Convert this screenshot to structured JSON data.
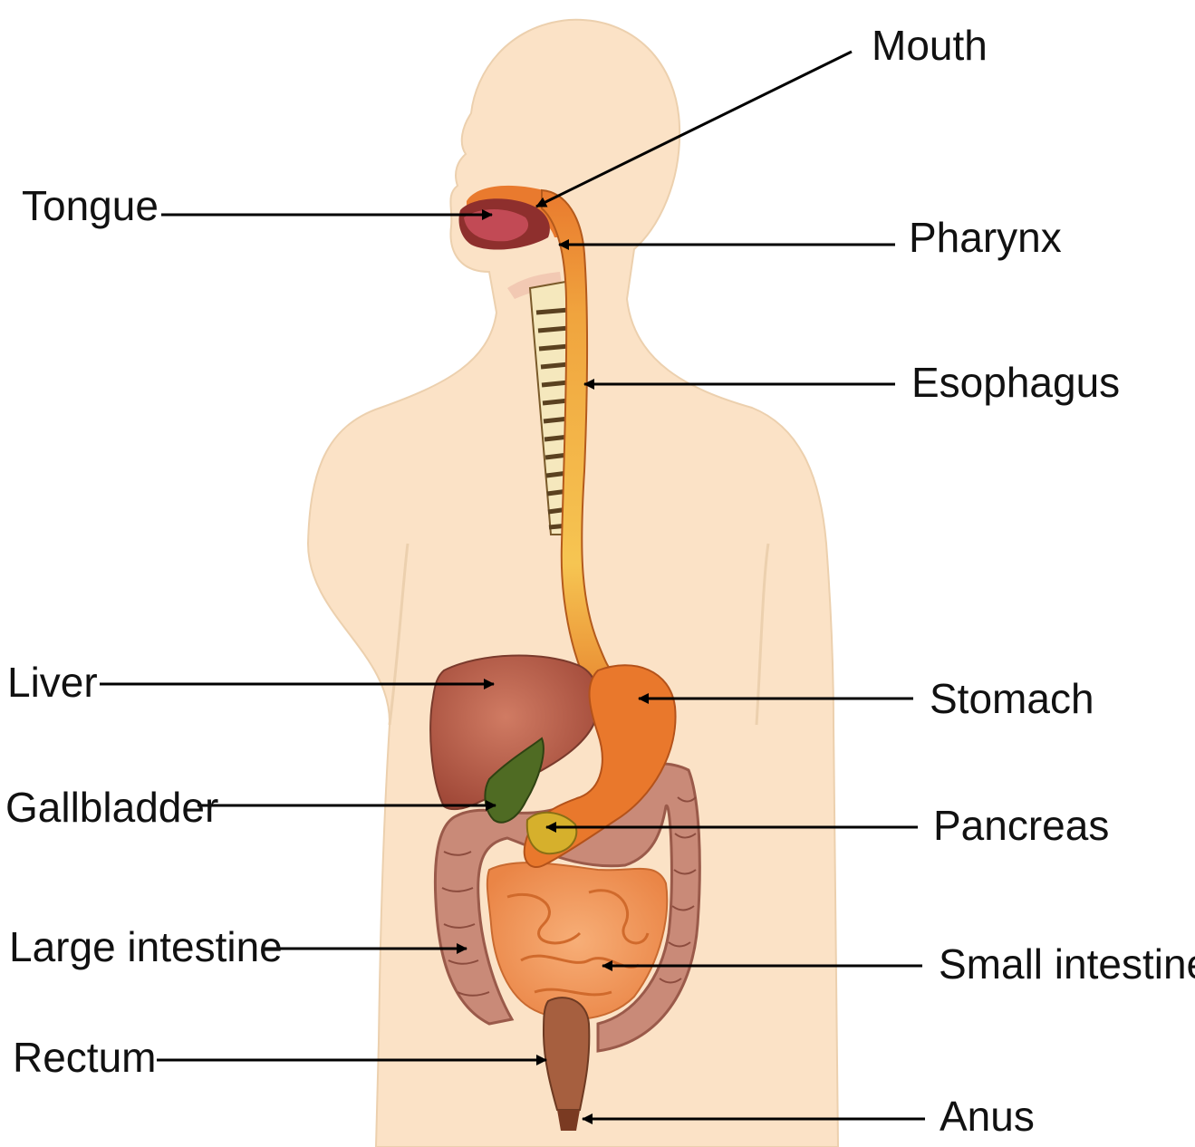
{
  "labels": {
    "mouth": "Mouth",
    "tongue": "Tongue",
    "pharynx": "Pharynx",
    "esophagus": "Esophagus",
    "liver": "Liver",
    "stomach": "Stomach",
    "gallbladder": "Gallbladder",
    "pancreas": "Pancreas",
    "large_intestine": "Large intestine",
    "small_intestine": "Small intestine",
    "rectum": "Rectum",
    "anus": "Anus"
  },
  "colors": {
    "skin": "#fbe2c6",
    "skin_outline": "#e9c8a4",
    "digestive_tract": "#e97a2e",
    "esophagus_gradient": "#f4b94a",
    "liver": "#b0543e",
    "gallbladder": "#4f6b23",
    "pancreas": "#d6b02c",
    "large_intestine": "#c98a78",
    "small_intestine": "#f0955a",
    "rectum": "#9e5a3c",
    "tongue": "#b8404a",
    "trachea": "#f3e2b0",
    "label_text": "#111111",
    "leader_line": "#000000"
  }
}
